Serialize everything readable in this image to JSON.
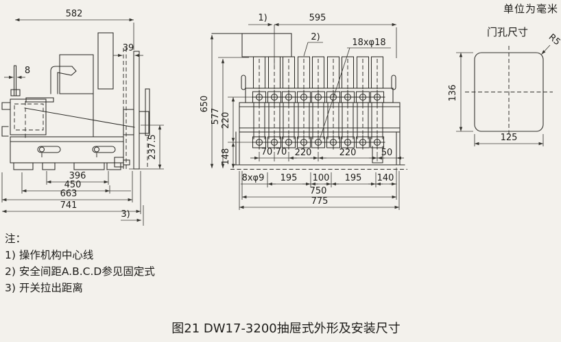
{
  "units_note": "单位为毫米",
  "caption": "图21 DW17-3200抽屉式外形及安装尺寸",
  "notes": {
    "heading": "注：",
    "line1": "1) 操作机构中心线",
    "line2": "2) 安全间距A.B.C.D参见固定式",
    "line3": "3) 开关拉出距离"
  },
  "side_view": {
    "dim_582": "582",
    "dim_39": "39",
    "dim_8": "8",
    "dim_237_5": "237.5",
    "dim_396": "396",
    "dim_450": "450",
    "dim_663": "663",
    "dim_741": "741",
    "ref_3": "3)"
  },
  "front_view": {
    "ref_1": "1)",
    "dim_595": "595",
    "ref_2": "2)",
    "callout_top_holes": "18xφ18",
    "dim_650": "650",
    "dim_577": "577",
    "dim_220_vert": "220",
    "dim_148": "148",
    "dim_70a": "70",
    "dim_70b": "70",
    "dim_220a": "220",
    "dim_220b": "220",
    "dim_50": "50",
    "callout_bottom_holes": "8xφ9",
    "dim_195a": "195",
    "dim_100": "100",
    "dim_195b": "195",
    "dim_140": "140",
    "dim_750": "750",
    "dim_775": "775"
  },
  "door_view": {
    "title": "门孔尺寸",
    "radius_label": "R5",
    "dim_136": "136",
    "dim_125": "125"
  }
}
